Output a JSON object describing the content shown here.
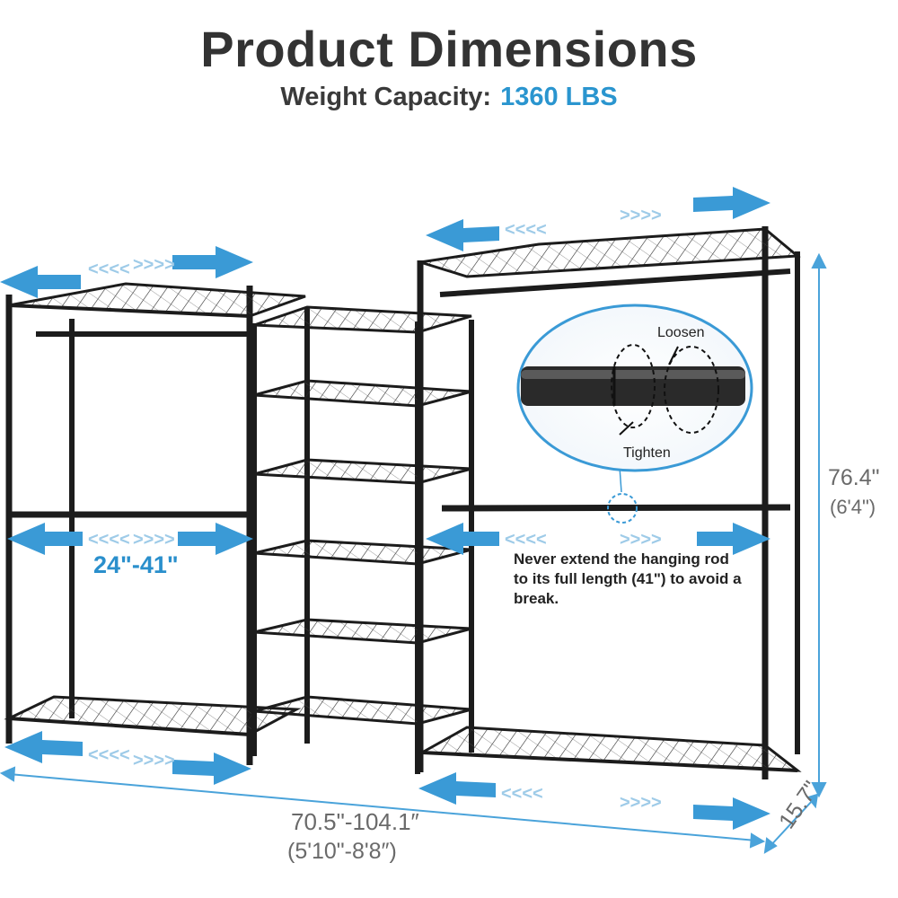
{
  "header": {
    "title": "Product Dimensions",
    "capacity_label": "Weight Capacity:",
    "capacity_value": "1360 LBS"
  },
  "dimensions": {
    "rod_range": "24\"-41\"",
    "height_in": "76.4\"",
    "height_ft": "(6'4\")",
    "width_in": "70.5\"-104.1″",
    "width_ft": "(5'10\"-8'8″)",
    "depth_in": "15.7\""
  },
  "inset": {
    "loosen_label": "Loosen",
    "tighten_label": "Tighten"
  },
  "note": {
    "text": "Never extend the hanging rod to its full length (41\") to avoid a break."
  },
  "colors": {
    "accent": "#2a95cf",
    "arrow": "#3a9ad6",
    "title": "#333333",
    "frame": "#1c1c1c"
  }
}
